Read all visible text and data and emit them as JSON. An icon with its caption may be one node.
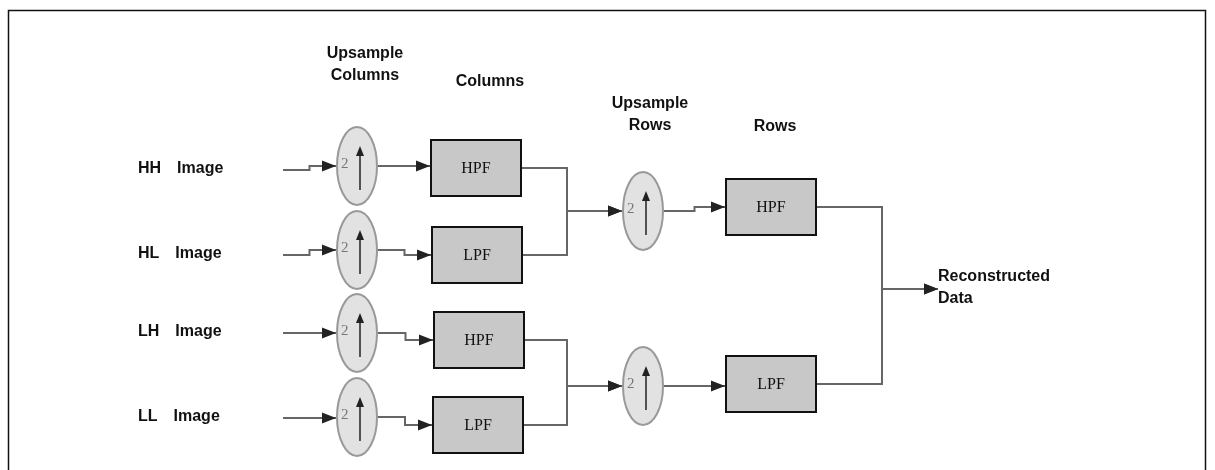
{
  "diagram": {
    "nodes": [
      {
        "text": [
          "HH",
          "Image"
        ]
      },
      {
        "text": [
          "HL",
          "Image"
        ]
      },
      {
        "text": [
          "LH",
          "Image"
        ]
      },
      {
        "text": [
          "LL",
          "Image"
        ]
      },
      {
        "text": [
          "2"
        ]
      },
      {
        "text": [
          "2"
        ]
      },
      {
        "text": [
          "2"
        ]
      },
      {
        "text": [
          "2"
        ]
      },
      {
        "text": [
          "HPF"
        ]
      },
      {
        "text": [
          "LPF"
        ]
      },
      {
        "text": [
          "HPF"
        ]
      },
      {
        "text": [
          "LPF"
        ]
      },
      {
        "text": [
          "2"
        ]
      },
      {
        "text": [
          "2"
        ]
      },
      {
        "text": [
          "HPF"
        ]
      },
      {
        "text": [
          "LPF"
        ]
      },
      {
        "text": [
          "Reconstructed Data"
        ]
      }
    ],
    "edges": [
      {
        "from": 0,
        "to": 4,
        "arrow": "to"
      },
      {
        "from": 1,
        "to": 5,
        "arrow": "to"
      },
      {
        "from": 2,
        "to": 6,
        "arrow": "to"
      },
      {
        "from": 3,
        "to": 7,
        "arrow": "to"
      },
      {
        "from": 4,
        "to": 8,
        "arrow": "to"
      },
      {
        "from": 5,
        "to": 9,
        "arrow": "to"
      },
      {
        "from": 6,
        "to": 10,
        "arrow": "to"
      },
      {
        "from": 7,
        "to": 11,
        "arrow": "to"
      },
      {
        "from": 8,
        "to": 12,
        "arrow": "to"
      },
      {
        "from": 9,
        "to": 12,
        "arrow": "to"
      },
      {
        "from": 10,
        "to": 13,
        "arrow": "to"
      },
      {
        "from": 11,
        "to": 13,
        "arrow": "to"
      },
      {
        "from": 12,
        "to": 14,
        "arrow": "to"
      },
      {
        "from": 13,
        "to": 15,
        "arrow": "to"
      },
      {
        "from": 14,
        "to": 16,
        "arrow": "to"
      },
      {
        "from": 15,
        "to": 16,
        "arrow": "to"
      }
    ],
    "labels": [
      "Upsample Columns",
      "Columns",
      "Upsample Rows",
      "Rows"
    ]
  }
}
